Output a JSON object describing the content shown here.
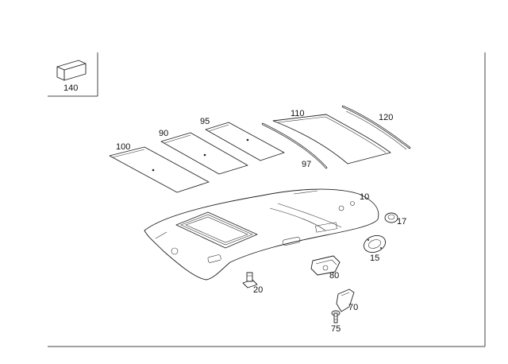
{
  "diagram": {
    "callouts": [
      {
        "id": "140",
        "label": "140"
      },
      {
        "id": "90",
        "label": "90"
      },
      {
        "id": "95",
        "label": "95"
      },
      {
        "id": "97",
        "label": "97"
      },
      {
        "id": "100",
        "label": "100"
      },
      {
        "id": "110",
        "label": "110"
      },
      {
        "id": "120",
        "label": "120"
      },
      {
        "id": "10",
        "label": "10"
      },
      {
        "id": "17",
        "label": "17"
      },
      {
        "id": "15",
        "label": "15"
      },
      {
        "id": "80",
        "label": "80"
      },
      {
        "id": "20",
        "label": "20"
      },
      {
        "id": "70",
        "label": "70"
      },
      {
        "id": "75",
        "label": "75"
      }
    ]
  }
}
